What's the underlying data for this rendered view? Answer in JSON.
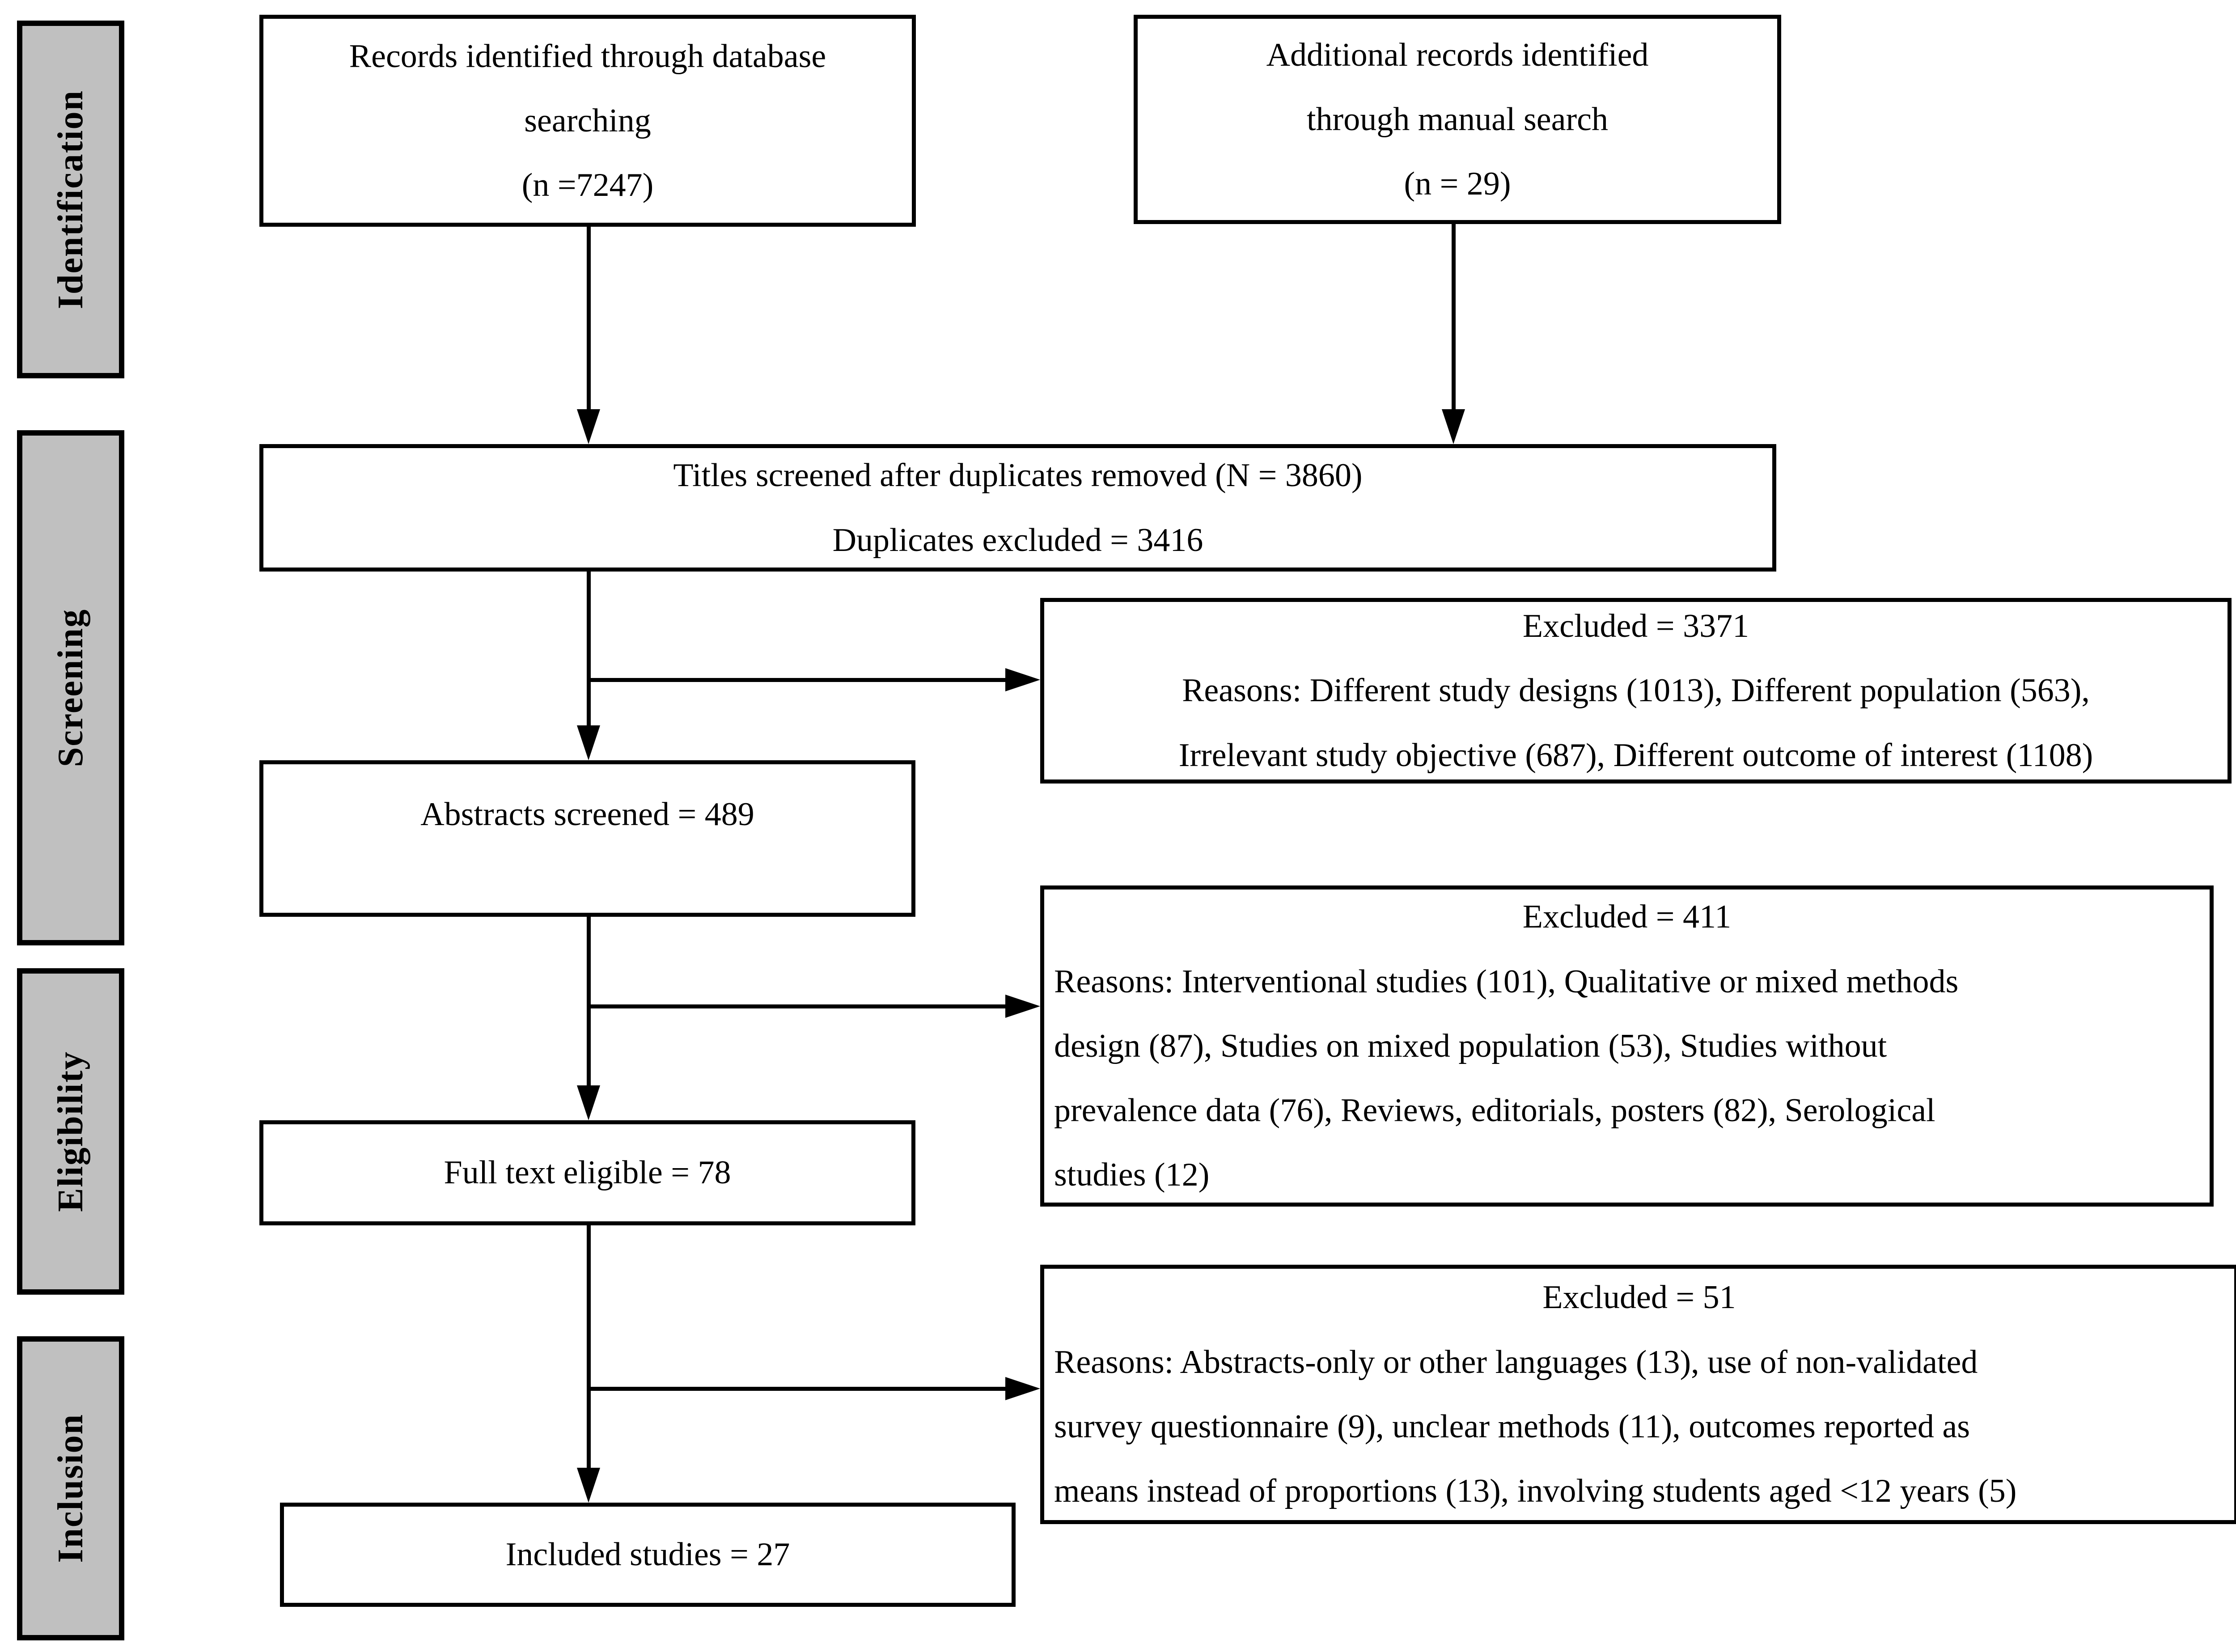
{
  "stages": [
    {
      "label": "Identification"
    },
    {
      "label": "Screening"
    },
    {
      "label": "Eligibility"
    },
    {
      "label": "Inclusion"
    }
  ],
  "boxes": {
    "database": {
      "lines": [
        "Records identified through database",
        "searching",
        "(n =7247)"
      ]
    },
    "manual": {
      "lines": [
        "Additional records identified",
        "through manual search",
        "(n = 29)"
      ]
    },
    "titles": {
      "lines": [
        "Titles screened after duplicates removed (N = 3860)",
        "Duplicates excluded = 3416"
      ]
    },
    "excluded_titles": {
      "lines": [
        "Excluded = 3371",
        "Reasons: Different study designs (1013), Different population (563),",
        "Irrelevant study objective (687), Different outcome of interest (1108)"
      ]
    },
    "abstracts": {
      "label": "Abstracts screened = 489"
    },
    "excluded_abstracts": {
      "lines": [
        "Excluded = 411",
        "Reasons: Interventional studies (101), Qualitative or mixed methods",
        "design (87), Studies on mixed population (53), Studies without",
        "prevalence data (76), Reviews, editorials, posters (82), Serological",
        "studies (12)"
      ]
    },
    "fulltext": {
      "label": "Full text eligible = 78"
    },
    "excluded_fulltext": {
      "lines": [
        "Excluded = 51",
        "Reasons: Abstracts-only or other languages (13), use of non-validated",
        "survey questionnaire (9), unclear methods (11), outcomes reported as",
        "means instead of proportions (13), involving students aged <12 years (5)"
      ]
    },
    "included": {
      "label": "Included studies = 27"
    }
  },
  "colors": {
    "stage_fill": "#c0c0c0",
    "border": "#000000",
    "text": "#000000",
    "background": "#ffffff"
  }
}
